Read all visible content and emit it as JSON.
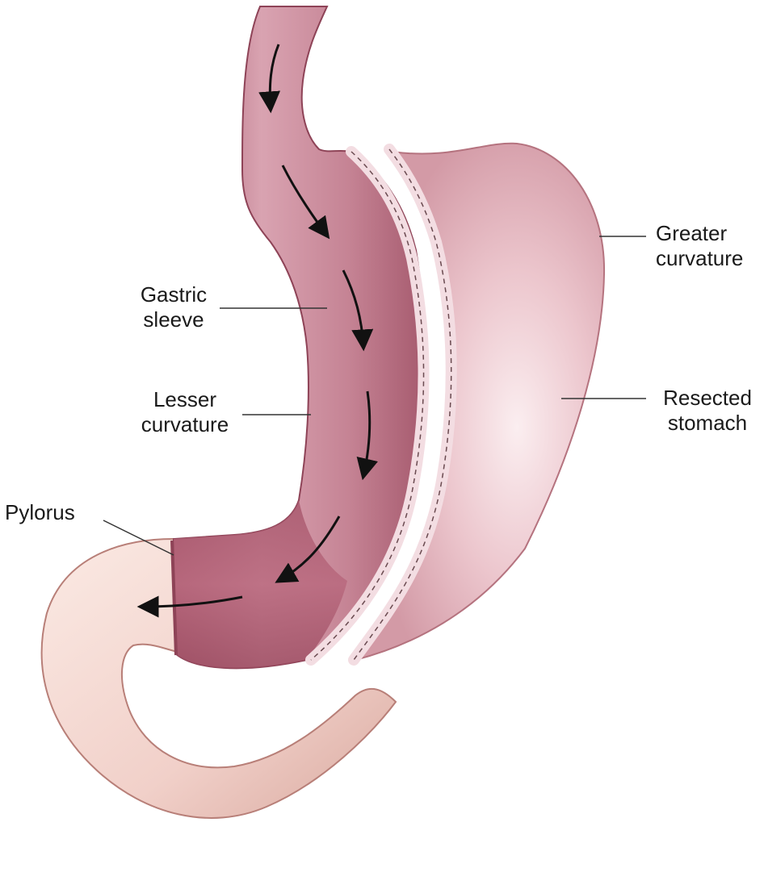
{
  "diagram": {
    "labels": {
      "greater_curvature": {
        "line1": "Greater",
        "line2": "curvature"
      },
      "gastric_sleeve": {
        "line1": "Gastric",
        "line2": "sleeve"
      },
      "resected_stomach": {
        "line1": "Resected",
        "line2": "stomach"
      },
      "lesser_curvature": {
        "line1": "Lesser",
        "line2": "curvature"
      },
      "pylorus": "Pylorus"
    },
    "colors": {
      "sleeve": "#c27c8e",
      "sleeve_dark": "#a65a6e",
      "resected": "#ebc2c9",
      "duodenum": "#f1d3cd",
      "staple_strip": "#f3dde2",
      "leader_line": "#333333",
      "arrow": "#111111"
    }
  }
}
